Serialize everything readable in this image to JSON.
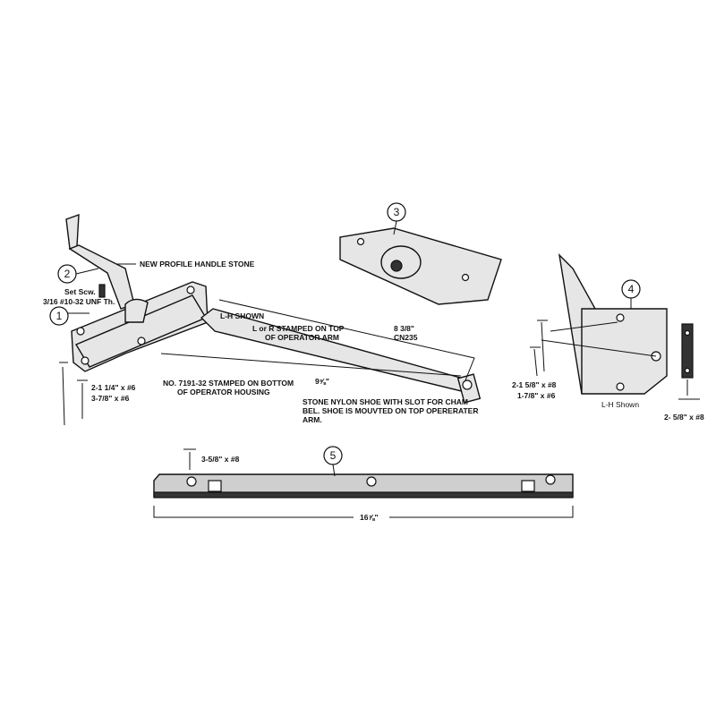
{
  "callouts": [
    "1",
    "2",
    "3",
    "4",
    "5"
  ],
  "labels": {
    "handle": "NEW PROFILE HANDLE STONE",
    "set_screw_1": "Set Scw.",
    "set_screw_2": "3/16 #10-32 UNF Th.",
    "screws_op_1": "2-1 1/4\" x #6",
    "screws_op_2": "3-7/8\" x #6",
    "lh_shown": "L-H SHOWN",
    "stamp_arm_1": "L or R STAMPED ON TOP",
    "stamp_arm_2": "OF OPERATOR ARM",
    "dim_arm_1": "8 3/8\"",
    "dim_arm_2": "CN235",
    "dim_arm_3": "9⅝\"",
    "stamp_housing_1": "NO. 7191-32 STAMPED ON BOTTOM",
    "stamp_housing_2": "OF OPERATOR HOUSING",
    "shoe_1": "STONE NYLON SHOE WITH SLOT FOR CHAM",
    "shoe_2": "BEL. SHOE IS MOUVTED ON TOP OPERERATER",
    "shoe_3": "ARM.",
    "lock_screws_1": "2-1 5/8\" x #8",
    "lock_screws_2": "1-7/8\" x #6",
    "lock_lh": "L-H Shown",
    "keeper_screws": "2- 5/8\" x #8",
    "track_screws": "3-5/8\" x #8",
    "track_dim": "16⅞\""
  }
}
